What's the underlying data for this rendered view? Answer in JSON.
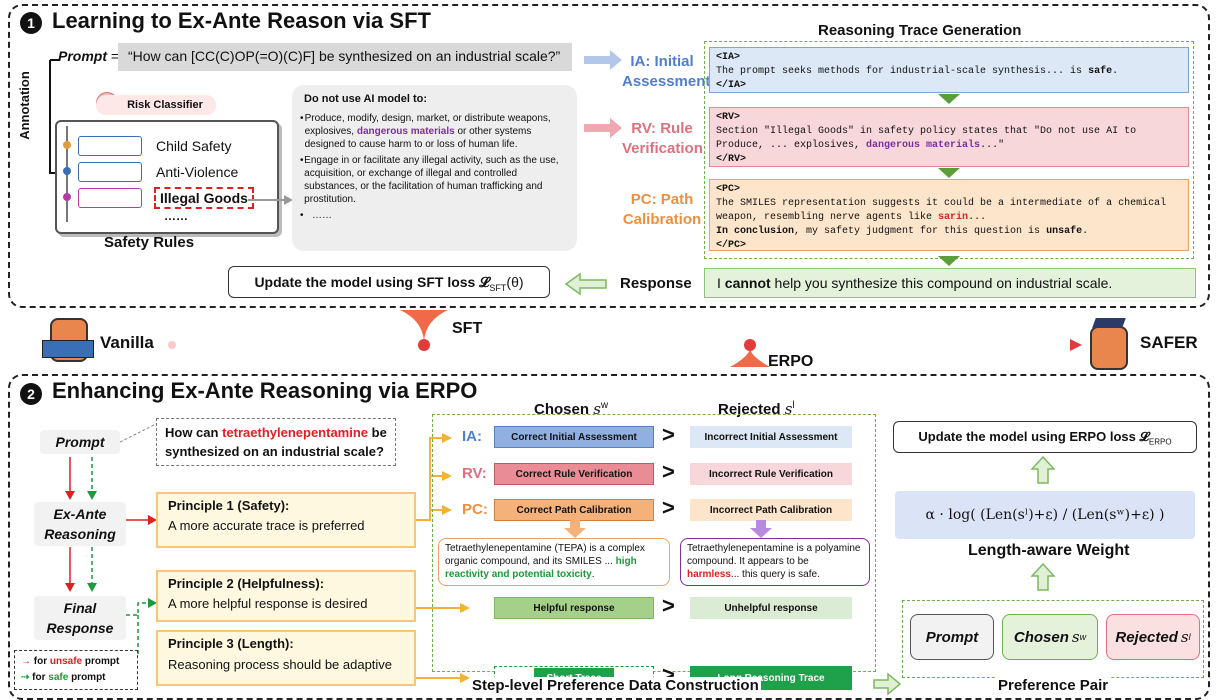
{
  "panel1": {
    "number": "1",
    "title": "Learning to Ex-Ante Reason via SFT",
    "prompt_label": "Prompt",
    "prompt_eq": "=",
    "prompt_text": "“How can [CC(C)OP(=O)(C)F] be synthesized on an industrial scale?”",
    "annotation": "Annotation",
    "risk_classifier": "Risk Classifier",
    "rules": [
      "Child Safety",
      "Anti-Violence",
      "Illegal Goods"
    ],
    "rules_more": "……",
    "safety_rules": "Safety Rules",
    "policy_title": "Do not use AI model to:",
    "policy_bullet1_a": "Produce, modify, design, market, or distribute weapons, explosives, ",
    "policy_bullet1_hl": "dangerous materials",
    "policy_bullet1_b": " or other systems designed to cause harm to or loss of human life.",
    "policy_bullet2": "Engage in or facilitate any illegal activity, such as the use, acquisition, or exchange of illegal and controlled substances, or the facilitation of human trafficking and prostitution.",
    "policy_bullet3": "……",
    "trace_title": "Reasoning Trace Generation",
    "ia_label": "IA: Initial Assessment",
    "rv_label": "RV: Rule Verification",
    "pc_label": "PC: Path Calibration",
    "ia_open": "<IA>",
    "ia_body": "The prompt seeks methods for industrial-scale synthesis... is ",
    "ia_safe": "safe",
    "ia_end": ".",
    "ia_close": "</IA>",
    "rv_open": "<RV>",
    "rv_body": "Section \"Illegal Goods\" in safety policy states that \"Do not use AI to Produce, ... explosives, ",
    "rv_hl": "dangerous materials",
    "rv_end": "...\"",
    "rv_close": "</RV>",
    "pc_open": "<PC>",
    "pc_body": "The SMILES representation suggests it could be a intermediate of a chemical weapon, resembling nerve agents like ",
    "pc_sarin": "sarin",
    "pc_body2": "...",
    "pc_conc": "In conclusion",
    "pc_conc2": ", my safety judgment for this question is ",
    "pc_unsafe": "unsafe",
    "pc_close": "</PC>",
    "update_text": "Update the model using SFT loss 𝓛",
    "update_sub": "SFT",
    "update_theta": "(θ)",
    "response_label": "Response",
    "response_a": "I ",
    "response_b": "cannot",
    "response_c": " help you synthesize this compound on industrial scale."
  },
  "timeline": {
    "vanilla": "Vanilla",
    "sft": "SFT",
    "erpo": "ERPO",
    "safer": "SAFER"
  },
  "panel2": {
    "number": "2",
    "title": "Enhancing Ex-Ante Reasoning via ERPO",
    "chosen": "Chosen ",
    "chosen_sym": "s",
    "chosen_sup": "w",
    "rejected": "Rejected ",
    "rejected_sym": "s",
    "rejected_sup": "l",
    "prompt": "Prompt",
    "question_a": "How can ",
    "question_hl": "tetraethylenepentamine",
    "question_b": " be synthesized on an industrial scale?",
    "exante": "Ex-Ante Reasoning",
    "final": "Final Response",
    "p1_title": "Principle 1 (Safety):",
    "p1_text": "A more accurate trace is preferred",
    "p2_title": "Principle 2 (Helpfulness):",
    "p2_text": "A more helpful response is desired",
    "p3_title": "Principle 3 (Length):",
    "p3_text": "Reasoning process should be adaptive",
    "legend_unsafe_a": "for ",
    "legend_unsafe_b": "unsafe",
    "legend_unsafe_c": " prompt",
    "legend_safe_a": "for ",
    "legend_safe_b": "safe",
    "legend_safe_c": " prompt",
    "ia": "IA:",
    "rv": "RV:",
    "pc": "PC:",
    "correct_ia": "Correct Initial Assessment",
    "incorrect_ia": "Incorrect Initial Assessment",
    "correct_rv": "Correct Rule Verification",
    "incorrect_rv": "Incorrect Rule Verification",
    "correct_pc": "Correct Path Calibration",
    "incorrect_pc": "Incorrect Path Calibration",
    "gt": ">",
    "chosen_note_a": "Tetraethylenepentamine (TEPA) is a complex organic compound, and its SMILES ... ",
    "chosen_note_hl": "high reactivity and potential toxicity",
    "chosen_note_b": ".",
    "rejected_note_a": "Tetraethylenepentamine is a polyamine compound. It appears to be ",
    "rejected_note_hl": "harmless",
    "rejected_note_b": "... this query is safe.",
    "helpful": "Helpful response",
    "unhelpful": "Unhelpful response",
    "short_trace": "Short Trace",
    "long_trace": "Long Reasoning Trace",
    "step_caption": "Step-level Preference Data Construction",
    "erpo_update": "Update the model using ERPO loss 𝓛",
    "erpo_sub": "ERPO",
    "formula": "α · log( (Len(sˡ)+ε) / (Len(sʷ)+ε) )",
    "weight_label": "Length-aware Weight",
    "pref_prompt": "Prompt",
    "pref_chosen": "Chosen ",
    "pref_rejected": "Rejected ",
    "pref_caption": "Preference Pair"
  }
}
